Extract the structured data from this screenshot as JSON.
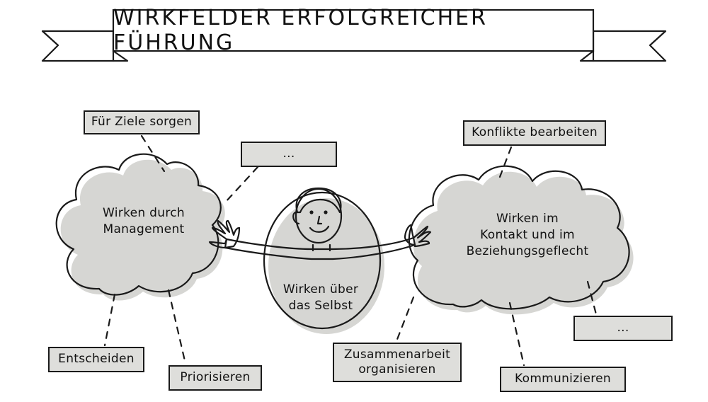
{
  "title": "WIRKFELDER ERFOLGREICHER FÜHRUNG",
  "clouds": {
    "management": "Wirken durch\nManagement",
    "kontakt": "Wirken im\nKontakt und im\nBeziehungsgeflecht"
  },
  "center": "Wirken über\ndas Selbst",
  "boxes": {
    "ziele": "Für Ziele sorgen",
    "placeholder_top": "...",
    "entscheiden": "Entscheiden",
    "priorisieren": "Priorisieren",
    "konflikte": "Konflikte bearbeiten",
    "zusammenarbeit": "Zusammenarbeit\norganisieren",
    "kommunizieren": "Kommunizieren",
    "placeholder_right": "..."
  },
  "colors": {
    "ink": "#1a1a1a",
    "box_fill": "#dededb",
    "shadow": "#d6d6d3"
  }
}
